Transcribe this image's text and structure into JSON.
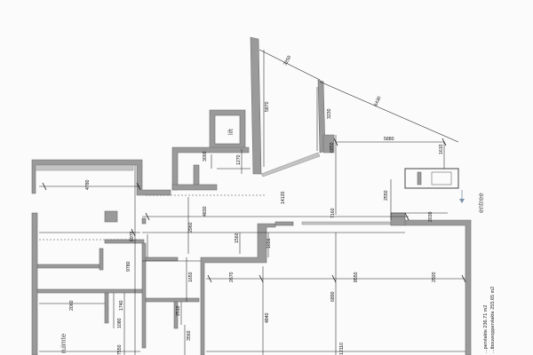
{
  "labels": {
    "lift": "lift",
    "entrance": "entree",
    "room_left": "ruimte"
  },
  "area_notes": [
    "...pervlakte 236.71 m2",
    "...tbouwoppervlakte 255.65 m2"
  ],
  "dimensions": {
    "d3250": "3250",
    "d5870": "5870",
    "d3230": "3230",
    "d6430": "6430",
    "d6850": "6850",
    "d5880": "5880",
    "d1610": "1610",
    "d3000": "3000",
    "d1270": "1270",
    "d4780": "4780",
    "d14120": "14120",
    "d2550": "2550",
    "d4830": "4830",
    "d2960": "2960",
    "d7160": "7160",
    "d2030": "2030",
    "d8970": "8970",
    "d9780": "9780",
    "d1560": "1560",
    "d1656": "1656",
    "d2670": "2670",
    "d8550": "8550",
    "d2920": "2920",
    "d1650": "1650",
    "d6890": "6890",
    "d2060": "2060",
    "d1740": "1740",
    "d2510": "2510",
    "d4840": "4840",
    "d1080": "1080",
    "d3560": "3560",
    "d7550": "7550",
    "d12110": "12110"
  }
}
